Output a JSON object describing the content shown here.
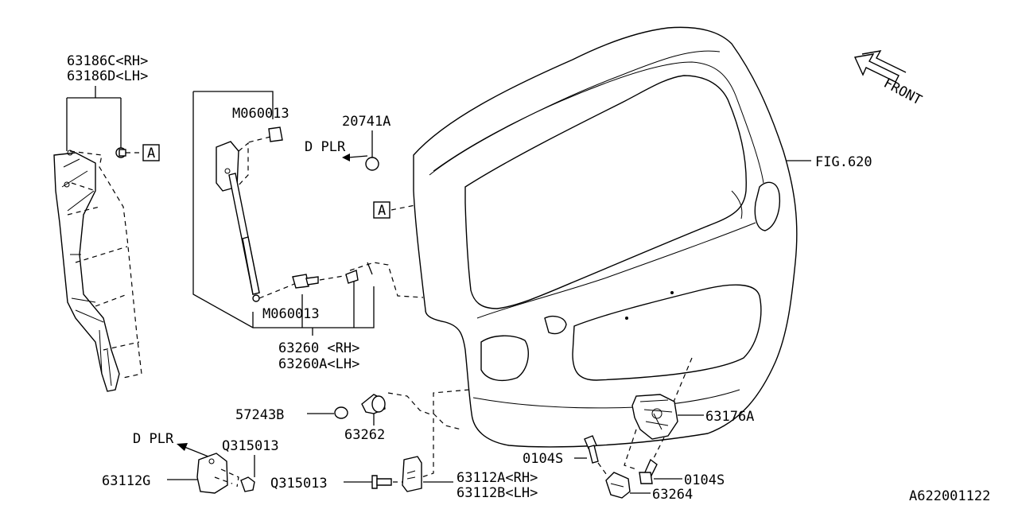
{
  "labels": {
    "p63186": "63186C<RH>",
    "p63186b": "63186D<LH>",
    "m_upper": "M060013",
    "m_lower": "M060013",
    "p20741": "20741A",
    "dplr_top": "D PLR",
    "fig": "FIG.620",
    "front": "FRONT",
    "ref_a": "A",
    "p63260": "63260  <RH>",
    "p63260b": "63260A<LH>",
    "p57243": "57243B",
    "p63262": "63262",
    "p63176": "63176A",
    "dplr_bottom": "D PLR",
    "q_upper": "Q315013",
    "q_lower": "Q315013",
    "p63112g": "63112G",
    "p63112a": "63112A<RH>",
    "p63112b": "63112B<LH>",
    "b0104_left": "0104S",
    "b0104_right": "0104S",
    "p63264": "63264",
    "diagram_id": "A622001122"
  },
  "icons": {
    "front_arrow": "arrow-up-left-icon",
    "ref_box": "boxed-letter-icon"
  }
}
